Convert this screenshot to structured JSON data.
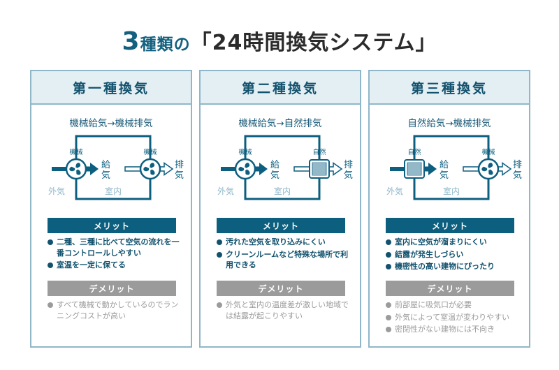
{
  "title": {
    "number": "3",
    "prefix": "種類の",
    "main": "「24時間換気システム」"
  },
  "colors": {
    "primary": "#0d5f7f",
    "header_bg": "#e4eff4",
    "border": "#8fb7c9",
    "demerit": "#9b9b9b",
    "label_light": "#8fb7c9"
  },
  "labels": {
    "merit": "メリット",
    "demerit": "デメリット",
    "outside": "外気",
    "inside": "室内",
    "supply": [
      "給",
      "気"
    ],
    "exhaust": [
      "排",
      "気"
    ]
  },
  "panels": [
    {
      "name": "第一種換気",
      "flow": "機械給気→機械排気",
      "supply_device": {
        "label": "機械",
        "icon": "fan-icon"
      },
      "exhaust_device": {
        "label": "機械",
        "icon": "fan-icon"
      },
      "merits": [
        "二種、三種に比べて空気の流れを一番コントロールしやすい",
        "室温を一定に保てる"
      ],
      "demerits": [
        "すべて機械で動かしているのでランニングコストが高い"
      ]
    },
    {
      "name": "第二種換気",
      "flow": "機械給気→自然排気",
      "supply_device": {
        "label": "機械",
        "icon": "fan-icon"
      },
      "exhaust_device": {
        "label": "自然",
        "icon": "vent-icon"
      },
      "merits": [
        "汚れた空気を取り込みにくい",
        "クリーンルームなど特殊な場所で利用できる"
      ],
      "demerits": [
        "外気と室内の温度差が激しい地域では結露が起こりやすい"
      ]
    },
    {
      "name": "第三種換気",
      "flow": "自然給気→機械排気",
      "supply_device": {
        "label": "自然",
        "icon": "vent-icon"
      },
      "exhaust_device": {
        "label": "機械",
        "icon": "fan-icon"
      },
      "merits": [
        "室内に空気が溜まりにくい",
        "結露が発生しづらい",
        "機密性の高い建物にぴったり"
      ],
      "demerits": [
        "前部屋に吸気口が必要",
        "外気によって室温が変わりやすい",
        "密閉性がない建物には不向き"
      ]
    }
  ]
}
